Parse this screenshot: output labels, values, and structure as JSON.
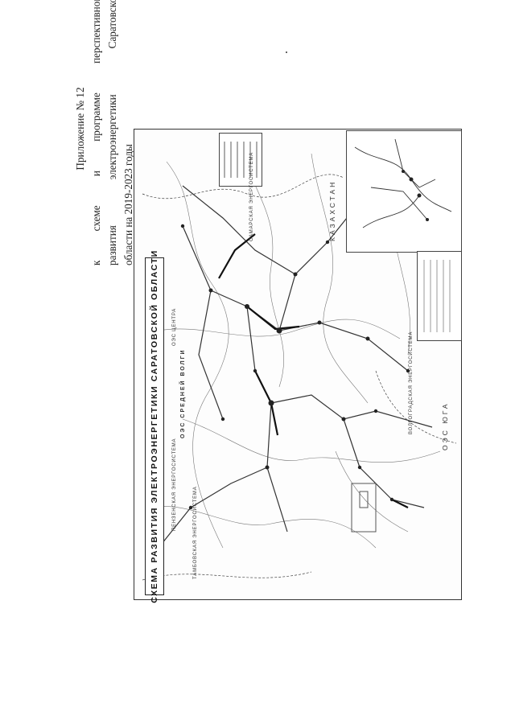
{
  "header": {
    "appendix": "Приложение № 12",
    "line2": "к схеме и программе перспективного",
    "line3": "развития электроэнергетики Саратовской",
    "line4": "области на 2019-2023 годы"
  },
  "map": {
    "title": "СХЕМА РАЗВИТИЯ ЭЛЕКТРОЭНЕРГЕТИКИ САРАТОВСКОЙ ОБЛАСТИ",
    "labels": {
      "kazakhstan": "КАЗАХСТАН",
      "oes_yuga": "ОЭС ЮГА",
      "oes_srednei_volgi": "ОЭС СРЕДНЕЙ ВОЛГИ",
      "penza_energy": "ПЕНЗЕНСКАЯ ЭНЕРГОСИСТЕМА",
      "samara_energy": "САМАРСКАЯ ЭНЕРГОСИСТЕМА",
      "volgograd_energy": "ВОЛГОГРАДСКАЯ ЭНЕРГОСИСТЕМА",
      "tambov_energy": "ТАМБОВСКАЯ ЭНЕРГОСИСТЕМА",
      "oes_centre": "ОЭС ЦЕНТРА"
    }
  },
  "colors": {
    "ink": "#222222",
    "paper": "#ffffff",
    "grid": "#555555"
  }
}
